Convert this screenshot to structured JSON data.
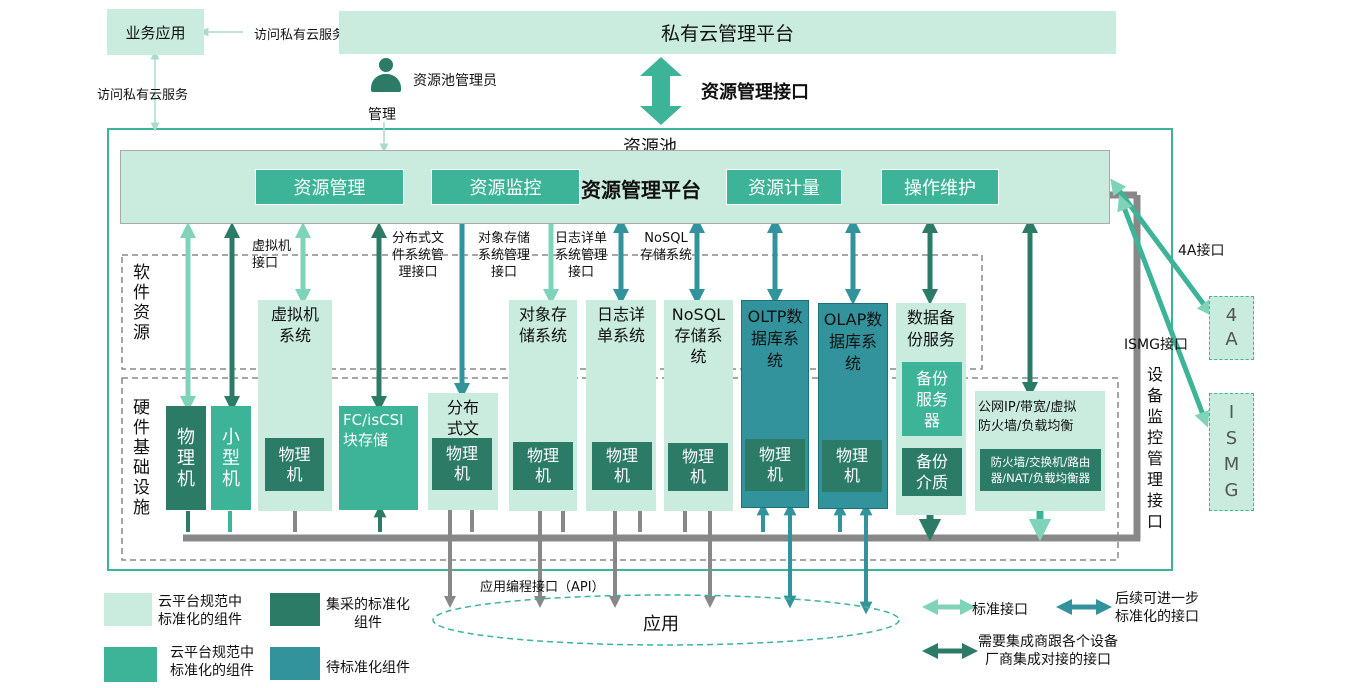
{
  "top": {
    "business_app": "业务应用",
    "access_private_cloud_1": "访问私有云服务",
    "access_private_cloud_2": "访问私有云服务",
    "platform_title": "私有云管理平台",
    "resource_mgmt_interface": "资源管理接口",
    "admin_label": "资源池管理员",
    "manage_label": "管理"
  },
  "pool": {
    "title": "资源池",
    "platform_name": "资源管理平台",
    "modules": [
      "资源管理",
      "资源监控",
      "资源计量",
      "操作维护"
    ],
    "software_label": "软件资源",
    "hardware_label": "硬件基础设施",
    "iface_vm": "虚拟机\n接口",
    "iface_fs": "分布式文\n件系统管\n理接口",
    "iface_obj": "对象存储\n系统管理\n接口",
    "iface_log": "日志详单\n系统管理\n接口",
    "iface_nosql": "NoSQL\n存储系统",
    "comp": {
      "physical": "物理机",
      "minicomputer": "小型机",
      "vm_system": "虚拟机\n系统",
      "vm_phys": "物理\n机",
      "fc_storage": "FC/isCSI\n块存储",
      "dist_fs": "分布\n式文",
      "dist_phys": "物理\n机",
      "obj_storage": "对象存\n储系统",
      "obj_phys": "物理\n机",
      "log_system": "日志详\n单系统",
      "log_phys": "物理\n机",
      "nosql_system": "NoSQL\n存储系\n统",
      "nosql_phys": "物理\n机",
      "oltp": "OLTP数\n据库系\n统",
      "oltp_phys": "物理\n机",
      "olap": "OLAP数\n据库系\n统",
      "olap_phys": "物理\n机",
      "backup_service": "数据备\n份服务",
      "backup_server": "备份\n服务\n器",
      "backup_media": "备份\n介质",
      "network": "公网IP/带宽/虚拟\n防火墙/负载均衡",
      "network_devices": "防火墙/交换机/路由\n器/NAT/负载均衡器"
    }
  },
  "right": {
    "iface_4a": "4A接口",
    "iface_ismg": "ISMG接口",
    "box_4a": "4\nA",
    "box_ismg": "I\nS\nM\nG",
    "device_monitor": "设\n备\n监\n控\n管\n理\n接\n口"
  },
  "bottom": {
    "api_label": "应用编程接口（API）",
    "app_label": "应用"
  },
  "legend": {
    "std_component_light": "云平台规范中\n标准化的组件",
    "procured_component": "集采的标准化\n组件",
    "std_component_mid": "云平台规范中\n标准化的组件",
    "pending_component": "待标准化组件",
    "std_interface": "标准接口",
    "future_interface": "后续可进一步\n标准化的接口",
    "integration_interface": "需要集成商跟各个设备\n厂商集成对接的接口"
  },
  "colors": {
    "light": "#c9ecdf",
    "mid": "#3db397",
    "dark": "#2b7b67",
    "teal": "#32939d",
    "border": "#3db397"
  }
}
